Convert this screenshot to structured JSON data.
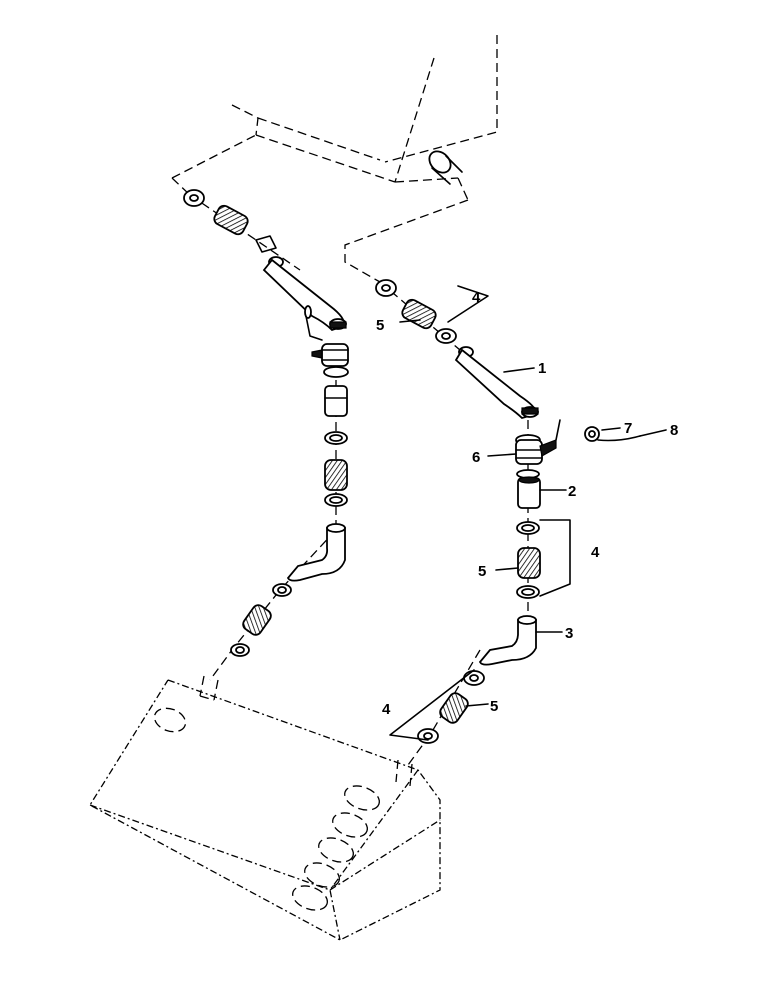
{
  "callouts": {
    "c1": "1",
    "c2": "2",
    "c3": "3",
    "c4a": "4",
    "c4b": "4",
    "c4c": "4",
    "c5a": "5",
    "c5b": "5",
    "c5c": "5",
    "c6": "6",
    "c7": "7",
    "c8": "8"
  }
}
